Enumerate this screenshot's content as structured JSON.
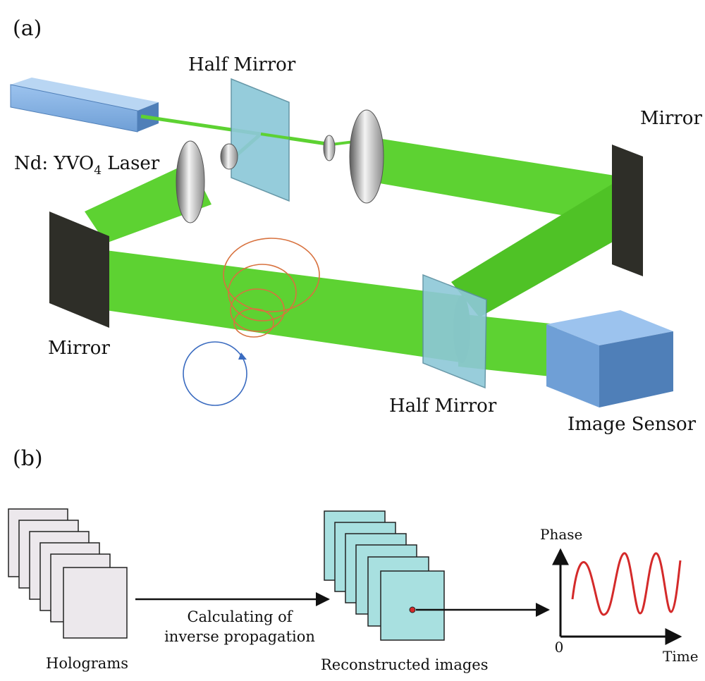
{
  "panel_a": {
    "tag": "(a)",
    "labels": {
      "laser": "Nd: YVO",
      "laser_sub": "4",
      "laser_suffix": " Laser",
      "half_mirror_top": "Half Mirror",
      "mirror_right": "Mirror",
      "mirror_left": "Mirror",
      "half_mirror_bottom": "Half Mirror",
      "image_sensor": "Image Sensor"
    }
  },
  "panel_b": {
    "tag": "(b)",
    "labels": {
      "holograms": "Holograms",
      "calc_line1": "Calculating of",
      "calc_line2": "inverse propagation",
      "reconstructed": "Reconstructed images",
      "phase": "Phase",
      "time": "Time",
      "origin": "0"
    }
  },
  "colors": {
    "beam": "#5dd232",
    "beam_dark": "#3fae1f",
    "laser": "#6f9fd6",
    "half_mirror": "#8dc8d8",
    "mirror": "#2e2e28",
    "sensor": "#5f93d0",
    "hologram": "#ece8ec",
    "reconstructed": "#a8e0e0",
    "signal": "#d42a2a",
    "vortex_orange": "#d8723f",
    "vortex_blue": "#3a6bc0"
  }
}
